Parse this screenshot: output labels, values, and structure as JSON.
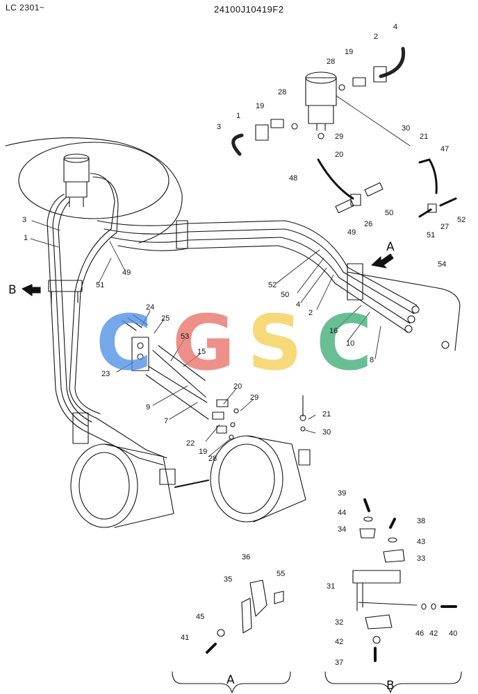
{
  "header": {
    "serial_range": "LC 2301~",
    "drawing_number": "24100J10419F2"
  },
  "view_markers": {
    "arrow_a": "A",
    "arrow_b": "B",
    "detail_a_caption": "A",
    "detail_b_caption": "B"
  },
  "watermark": {
    "letters": [
      "C",
      "G",
      "S",
      "C"
    ],
    "colors": [
      "#4f8fe6",
      "#e8716a",
      "#f5cf55",
      "#3fae77"
    ]
  },
  "callouts": {
    "c4_top": "4",
    "c2_top": "2",
    "c19_top": "19",
    "c28_top": "28",
    "c28_mid": "28",
    "c19_mid": "19",
    "c1_top": "1",
    "c3_top": "3",
    "c29_top": "29",
    "c20_top": "20",
    "c30_top": "30",
    "c21_top": "21",
    "c47": "47",
    "c48": "48",
    "c50": "50",
    "c49_top": "49",
    "c26": "26",
    "c27": "27",
    "c51_top": "51",
    "c52_top": "52",
    "c3_left": "3",
    "c1_left": "1",
    "c49_mid": "49",
    "c51_mid": "51",
    "c54": "54",
    "c52_mid": "52",
    "c50_mid": "50",
    "c4_mid": "4",
    "c2_mid": "2",
    "c16": "16",
    "c10": "10",
    "c8": "8",
    "c24": "24",
    "c25": "25",
    "c53": "53",
    "c15": "15",
    "c23": "23",
    "c9": "9",
    "c7": "7",
    "c20_bot": "20",
    "c29_bot": "29",
    "c21_bot": "21",
    "c30_bot": "30",
    "c22": "22",
    "c19_bot": "19",
    "c28_bot": "28",
    "c36": "36",
    "c35": "35",
    "c55": "55",
    "c45": "45",
    "c41": "41",
    "c39": "39",
    "c44": "44",
    "c38": "38",
    "c34": "34",
    "c43": "43",
    "c33": "33",
    "c31": "31",
    "c32": "32",
    "c46": "46",
    "c42_r": "42",
    "c40": "40",
    "c42_b": "42",
    "c37": "37"
  }
}
